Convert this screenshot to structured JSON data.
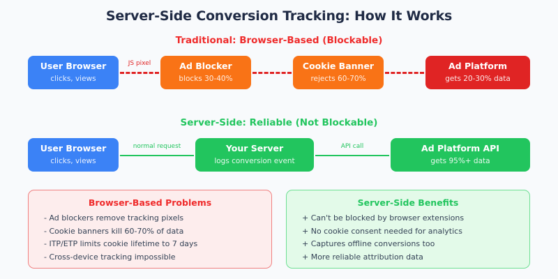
{
  "title": "Server-Side Conversion Tracking: How It Works",
  "sections": {
    "traditional": {
      "heading": "Traditional: Browser-Based (Blockable)",
      "nodes": [
        {
          "title": "User Browser",
          "sub": "clicks, views",
          "color": "#3b82f6"
        },
        {
          "title": "Ad Blocker",
          "sub": "blocks 30-40%",
          "color": "#f97316"
        },
        {
          "title": "Cookie Banner",
          "sub": "rejects 60-70%",
          "color": "#f97316"
        },
        {
          "title": "Ad Platform",
          "sub": "gets 20-30% data",
          "color": "#e02424"
        }
      ],
      "connector_labels": [
        "JS pixel",
        "",
        ""
      ],
      "connector_color": "#e02424",
      "connector_style": "dashed"
    },
    "serverside": {
      "heading": "Server-Side: Reliable (Not Blockable)",
      "nodes": [
        {
          "title": "User Browser",
          "sub": "clicks, views",
          "color": "#3b82f6"
        },
        {
          "title": "Your Server",
          "sub": "logs conversion event",
          "color": "#22c55e"
        },
        {
          "title": "Ad Platform API",
          "sub": "gets 95%+ data",
          "color": "#22c55e"
        }
      ],
      "connector_labels": [
        "normal request",
        "API call"
      ],
      "connector_color": "#22c55e",
      "connector_style": "solid"
    }
  },
  "panels": {
    "problems": {
      "title": "Browser-Based Problems",
      "items": [
        "- Ad blockers remove tracking pixels",
        "- Cookie banners kill 60-70% of data",
        "- ITP/ETP limits cookie lifetime to 7 days",
        "- Cross-device tracking impossible"
      ],
      "accent": "#ef2b2b",
      "background": "#fdeded",
      "border": "#f08080"
    },
    "benefits": {
      "title": "Server-Side Benefits",
      "items": [
        "+ Can't be blocked by browser extensions",
        "+ No cookie consent needed for analytics",
        "+ Captures offline conversions too",
        "+ More reliable attribution data"
      ],
      "accent": "#22c55e",
      "background": "#e3fae9",
      "border": "#6edf93"
    }
  }
}
